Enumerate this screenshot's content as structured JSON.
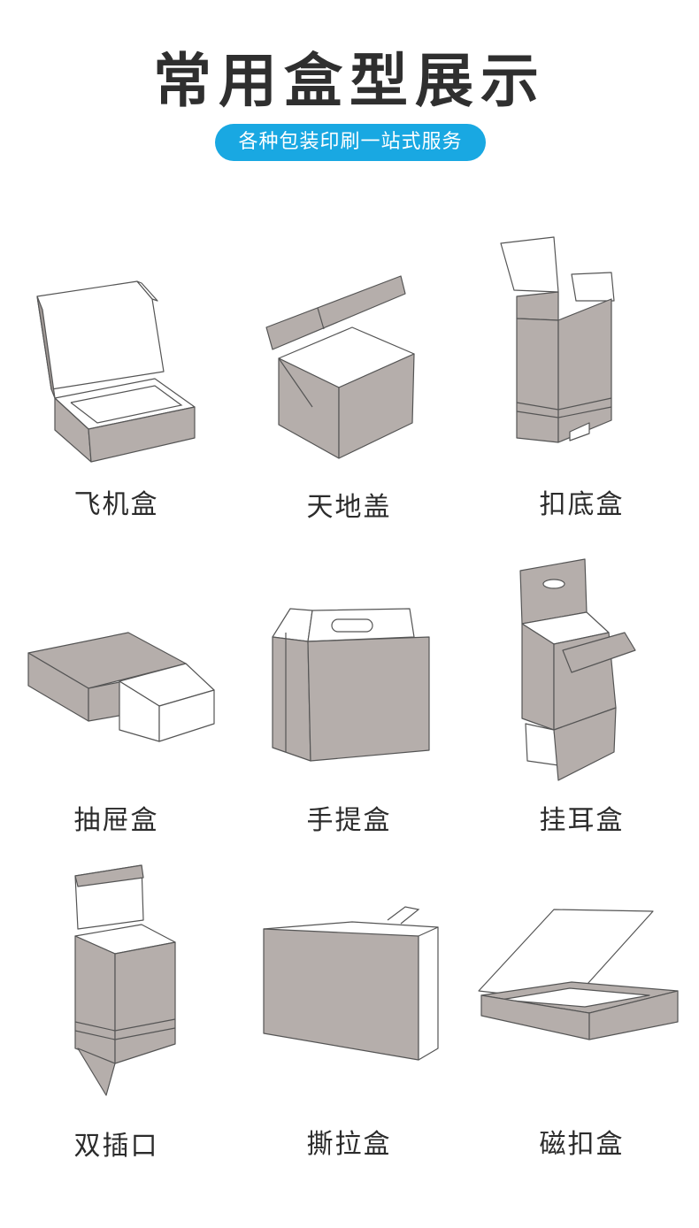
{
  "title": "常用盒型展示",
  "subtitle": "各种包装印刷一站式服务",
  "colors": {
    "accent": "#19a8e2",
    "box_fill": "#b5aeab",
    "outline": "#555555",
    "title": "#2f2f2f"
  },
  "boxes": [
    {
      "label": "飞机盒"
    },
    {
      "label": "天地盖"
    },
    {
      "label": "扣底盒"
    },
    {
      "label": "抽屉盒"
    },
    {
      "label": "手提盒"
    },
    {
      "label": "挂耳盒"
    },
    {
      "label": "双插口"
    },
    {
      "label": "撕拉盒"
    },
    {
      "label": "磁扣盒"
    }
  ]
}
